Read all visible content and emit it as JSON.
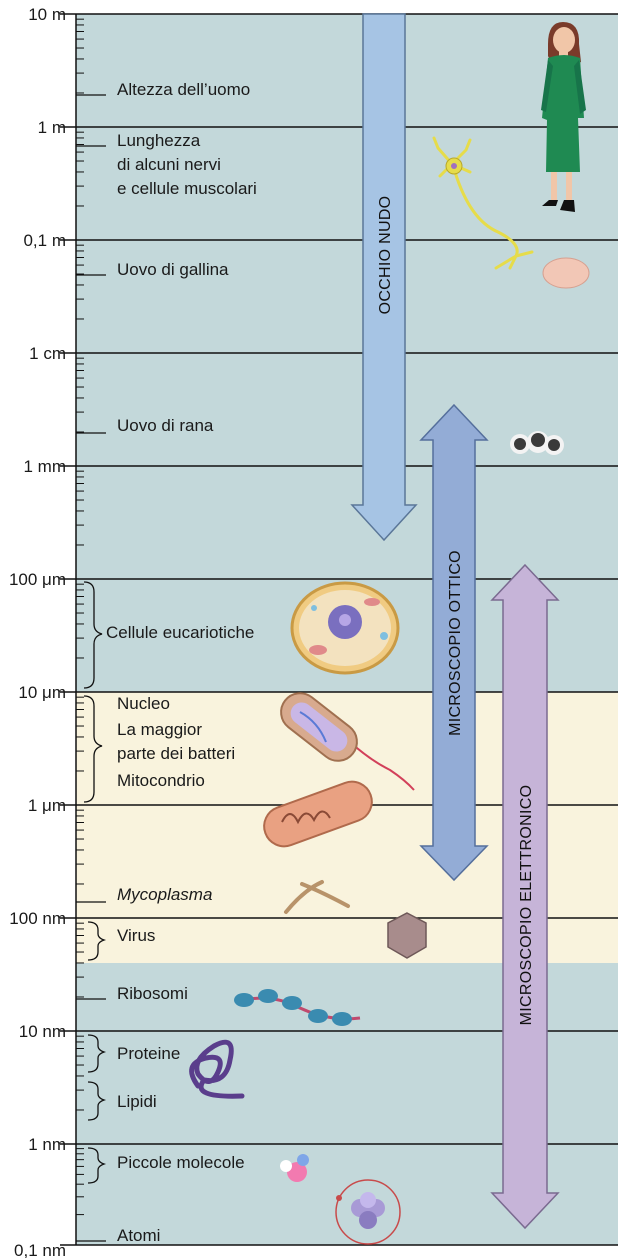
{
  "colors": {
    "blue_band": "#c3d8da",
    "light_band": "#f9f3dd",
    "major_line": "#111111",
    "eye_arrow": "#a6c4e4",
    "optical_arrow": "#93acd6",
    "electron_arrow": "#c6b4d8"
  },
  "scale": {
    "ticks": [
      "10 m",
      "1 m",
      "0,1 m",
      "1 cm",
      "1 mm",
      "100 μm",
      "10 μm",
      "1 μm",
      "100 nm",
      "10 nm",
      "1 nm",
      "0,1 nm"
    ]
  },
  "objects": [
    {
      "id": "uomo",
      "label": "Altezza dell’uomo"
    },
    {
      "id": "nervi_1",
      "label": "Lunghezza"
    },
    {
      "id": "nervi_2",
      "label": "di alcuni nervi"
    },
    {
      "id": "nervi_3",
      "label": "e cellule muscolari"
    },
    {
      "id": "gallina",
      "label": "Uovo di gallina"
    },
    {
      "id": "rana",
      "label": "Uovo di rana"
    },
    {
      "id": "eucariotiche",
      "label": "Cellule eucariotiche"
    },
    {
      "id": "nucleo",
      "label": "Nucleo"
    },
    {
      "id": "batteri_1",
      "label": "La maggior"
    },
    {
      "id": "batteri_2",
      "label": "parte dei batteri"
    },
    {
      "id": "mitocondrio",
      "label": "Mitocondrio"
    },
    {
      "id": "mycoplasma",
      "label": "Mycoplasma"
    },
    {
      "id": "virus",
      "label": "Virus"
    },
    {
      "id": "ribosomi",
      "label": "Ribosomi"
    },
    {
      "id": "proteine",
      "label": "Proteine"
    },
    {
      "id": "lipidi",
      "label": "Lipidi"
    },
    {
      "id": "molecole",
      "label": "Piccole molecole"
    },
    {
      "id": "atomi",
      "label": "Atomi"
    }
  ],
  "ranges": {
    "occhio": {
      "label": "OCCHIO NUDO",
      "from": "10 m",
      "to": "100 μm"
    },
    "ottico": {
      "label": "MICROSCOPIO OTTICO",
      "from": "1 mm",
      "to": "100 nm"
    },
    "elettronico": {
      "label": "MICROSCOPIO ELETTRONICO",
      "from": "100 μm",
      "to": "0,1 nm"
    }
  }
}
